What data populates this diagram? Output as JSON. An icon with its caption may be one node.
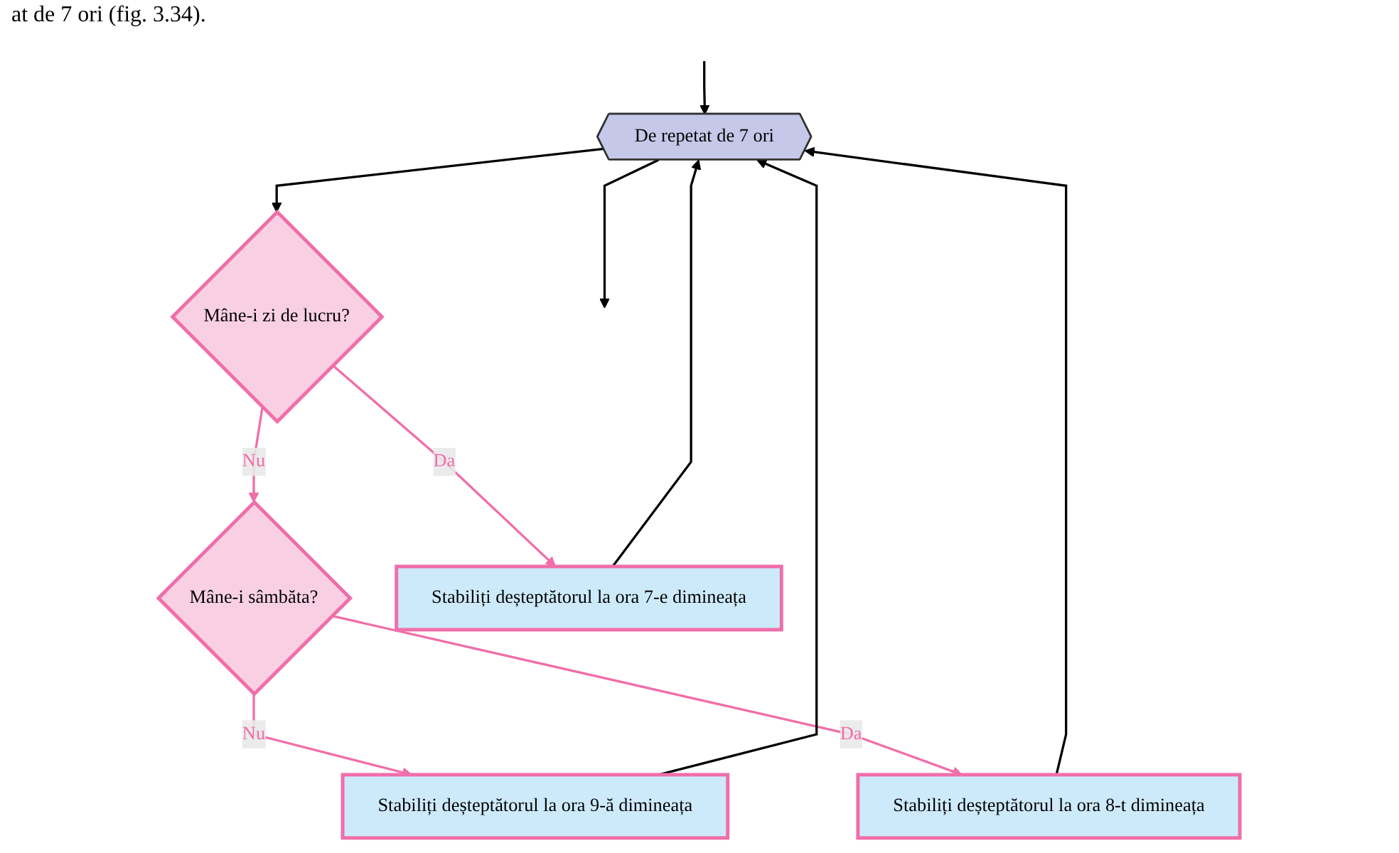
{
  "diagram": {
    "nodes": [
      {
        "text": [
          "De repetat de 7 ori"
        ]
      },
      {
        "text": [
          "Mâne-i zi de lucru?"
        ]
      },
      {
        "text": [
          "Mâne-i sâmbăta?"
        ]
      },
      {
        "text": [
          "Stabiliți deșteptătorul la ora 7-e dimineața"
        ]
      },
      {
        "text": [
          "Stabiliți deșteptătorul la ora 9-ă dimineața"
        ]
      },
      {
        "text": [
          "Stabiliți deșteptătorul la ora 8-t dimineața"
        ]
      }
    ],
    "edges": [
      {
        "from": null,
        "to": 0,
        "arrow": "to"
      },
      {
        "from": 0,
        "to": 1,
        "arrow": "to"
      },
      {
        "from": 1,
        "to": 2,
        "arrow": "to",
        "label": "Nu",
        "color": "#f06ea9"
      },
      {
        "from": 1,
        "to": 3,
        "arrow": "to",
        "label": "Da",
        "color": "#f06ea9"
      },
      {
        "from": 2,
        "to": 4,
        "arrow": "to",
        "label": "Nu",
        "color": "#f06ea9"
      },
      {
        "from": 2,
        "to": 5,
        "arrow": "to",
        "label": "Da",
        "color": "#f06ea9"
      },
      {
        "from": 4,
        "to": 0,
        "arrow": "to"
      },
      {
        "from": 5,
        "to": 0,
        "arrow": "to"
      },
      {
        "from": 3,
        "to": 0,
        "arrow": "to"
      },
      {
        "from": 0,
        "to": null,
        "arrow": "to"
      }
    ],
    "labels": [
      "at de 7 ori (fig. 3.34)."
    ]
  }
}
